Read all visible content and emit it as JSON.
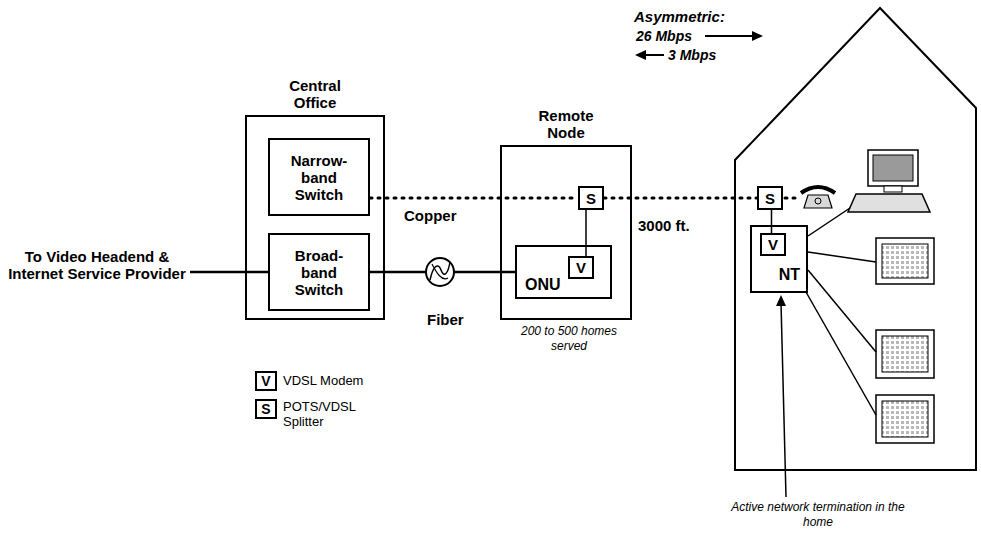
{
  "diagram": {
    "nodes": [
      {
        "text": [
          "Central Office"
        ]
      },
      {
        "text": [
          "Narrow-band Switch"
        ],
        "in": 0
      },
      {
        "text": [
          "Broad-band Switch"
        ],
        "in": 0
      },
      {
        "text": [
          "Remote Node"
        ]
      },
      {
        "text": [
          "S"
        ],
        "in": 3
      },
      {
        "text": [
          "ONU"
        ],
        "in": 3
      },
      {
        "text": [
          "V"
        ],
        "in": 5
      },
      {
        "text": [
          "S"
        ]
      },
      {
        "text": [
          "NT"
        ]
      },
      {
        "text": [
          "V"
        ],
        "in": 8
      }
    ],
    "edges": [
      {
        "from": 1,
        "to": 4,
        "arrow": "none"
      },
      {
        "from": 4,
        "to": 7,
        "arrow": "none"
      },
      {
        "from": 2,
        "to": 5,
        "arrow": "none"
      },
      {
        "from": 6,
        "to": 4,
        "arrow": "none"
      },
      {
        "from": 7,
        "to": 9,
        "arrow": "none"
      }
    ],
    "labels": [
      "Asymmetric:",
      "26 Mbps",
      "3 Mbps",
      "Copper",
      "3000 ft.",
      "Fiber",
      "To Video Headend & Internet Service Provider",
      "200 to 500 homes served",
      "V",
      "S",
      "Active network termination in the home"
    ],
    "legend": [
      {
        "text": "VDSL Modem"
      },
      {
        "text": "POTS/VDSL Splitter"
      }
    ]
  }
}
